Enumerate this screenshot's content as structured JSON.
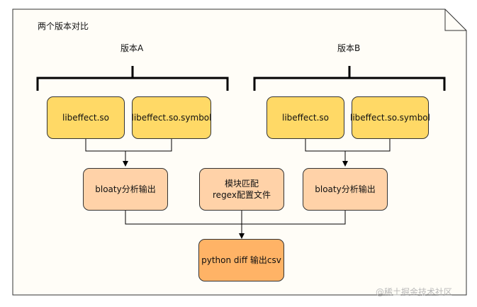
{
  "title": "两个版本对比",
  "version_a": {
    "label": "版本A",
    "file1": "libeffect.so",
    "file2": "libeffect.so.symbol",
    "output": "bloaty分析输出"
  },
  "version_b": {
    "label": "版本B",
    "file1": "libeffect.so",
    "file2": "libeffect.so.symbol",
    "output": "bloaty分析输出"
  },
  "config": {
    "line1": "模块匹配",
    "line2": "regex配置文件"
  },
  "result": "python diff 输出csv",
  "watermark": "@稀土掘金技术社区",
  "colors": {
    "yellow": "#ffd966",
    "peach": "#ffd2a8",
    "orange": "#ffb366"
  }
}
